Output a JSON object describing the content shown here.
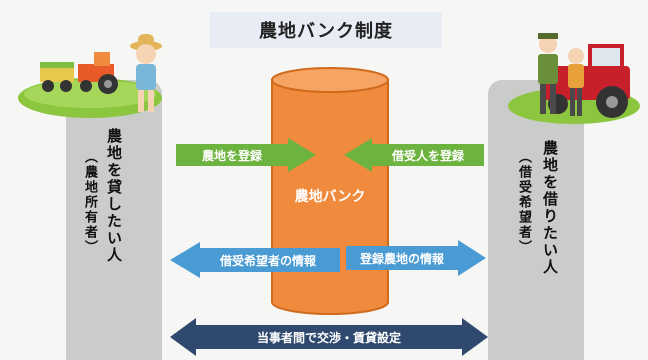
{
  "title": "農地バンク制度",
  "left_party": {
    "main": "農地を貸したい人",
    "sub": "（農地所有者）"
  },
  "right_party": {
    "main": "農地を借りたい人",
    "sub": "（借受希望者）"
  },
  "center": {
    "label": "農地バンク"
  },
  "arrows": {
    "register_land": "農地を登録",
    "register_borrower": "借受人を登録",
    "borrower_info": "借受希望者の情報",
    "land_info": "登録農地の情報",
    "negotiation": "当事者間で交渉・賃貸設定"
  },
  "colors": {
    "green_arrow": "#6db33f",
    "blue_arrow": "#4a9bd4",
    "navy_arrow": "#2f4a6e",
    "bank_orange": "#f08a3c",
    "pillar": "#c9ccc9"
  }
}
